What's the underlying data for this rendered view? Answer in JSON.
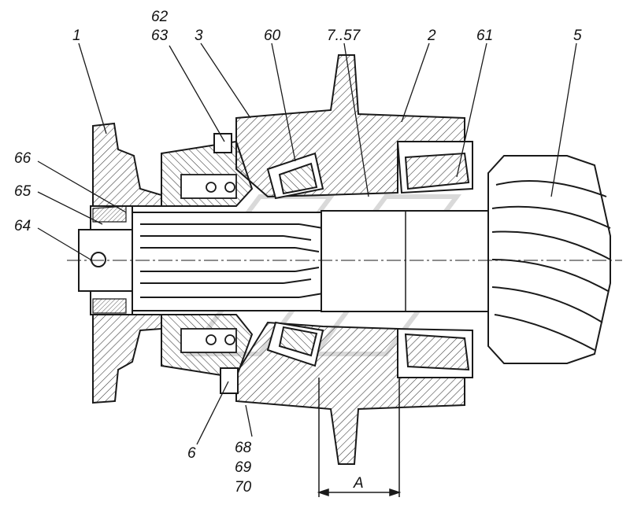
{
  "callouts": {
    "c1": "1",
    "c62": "62",
    "c63": "63",
    "c3": "3",
    "c60": "60",
    "c7_57": "7..57",
    "c2": "2",
    "c61": "61",
    "c5": "5",
    "c66": "66",
    "c65": "65",
    "c64": "64",
    "c6": "6",
    "c68": "68",
    "c69": "69",
    "c70": "70"
  },
  "dimension": {
    "label": "A"
  },
  "colors": {
    "line": "#1a1a1a",
    "hatch": "#333333",
    "watermark": "#cfcfcf",
    "background": "#ffffff"
  }
}
